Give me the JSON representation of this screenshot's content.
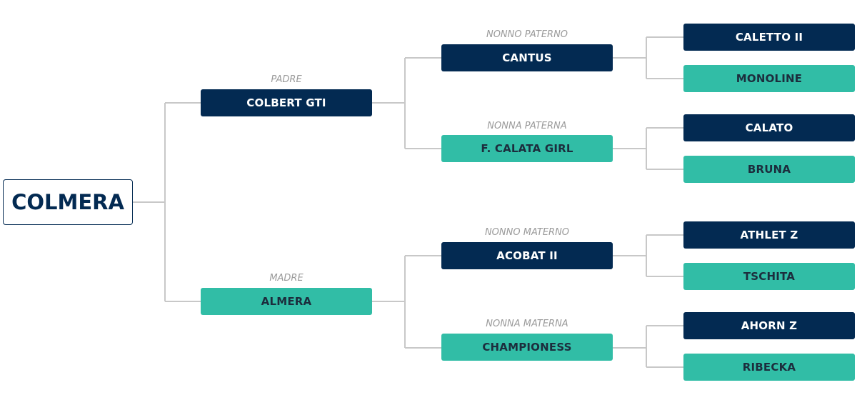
{
  "horse": {
    "name": "COLMERA"
  },
  "sire": {
    "caption": "PADRE",
    "name": "COLBERT GTI"
  },
  "dam": {
    "caption": "MADRE",
    "name": "ALMERA"
  },
  "paternal_grandsire": {
    "caption": "NONNO PATERNO",
    "name": "CANTUS"
  },
  "paternal_granddam": {
    "caption": "NONNA PATERNA",
    "name": "F. CALATA GIRL"
  },
  "maternal_grandsire": {
    "caption": "NONNO MATERNO",
    "name": "ACOBAT II"
  },
  "maternal_granddam": {
    "caption": "NONNA MATERNA",
    "name": "CHAMPIONESS"
  },
  "great_grandparents": {
    "g1": "CALETTO II",
    "g2": "MONOLINE",
    "g3": "CALATO",
    "g4": "BRUNA",
    "g5": "ATHLET Z",
    "g6": "TSCHITA",
    "g7": "AHORN Z",
    "g8": "RIBECKA"
  },
  "colors": {
    "male": "#032a52",
    "female": "#31bda6",
    "connector": "#c8c8c8",
    "caption": "#9a9a9a"
  }
}
